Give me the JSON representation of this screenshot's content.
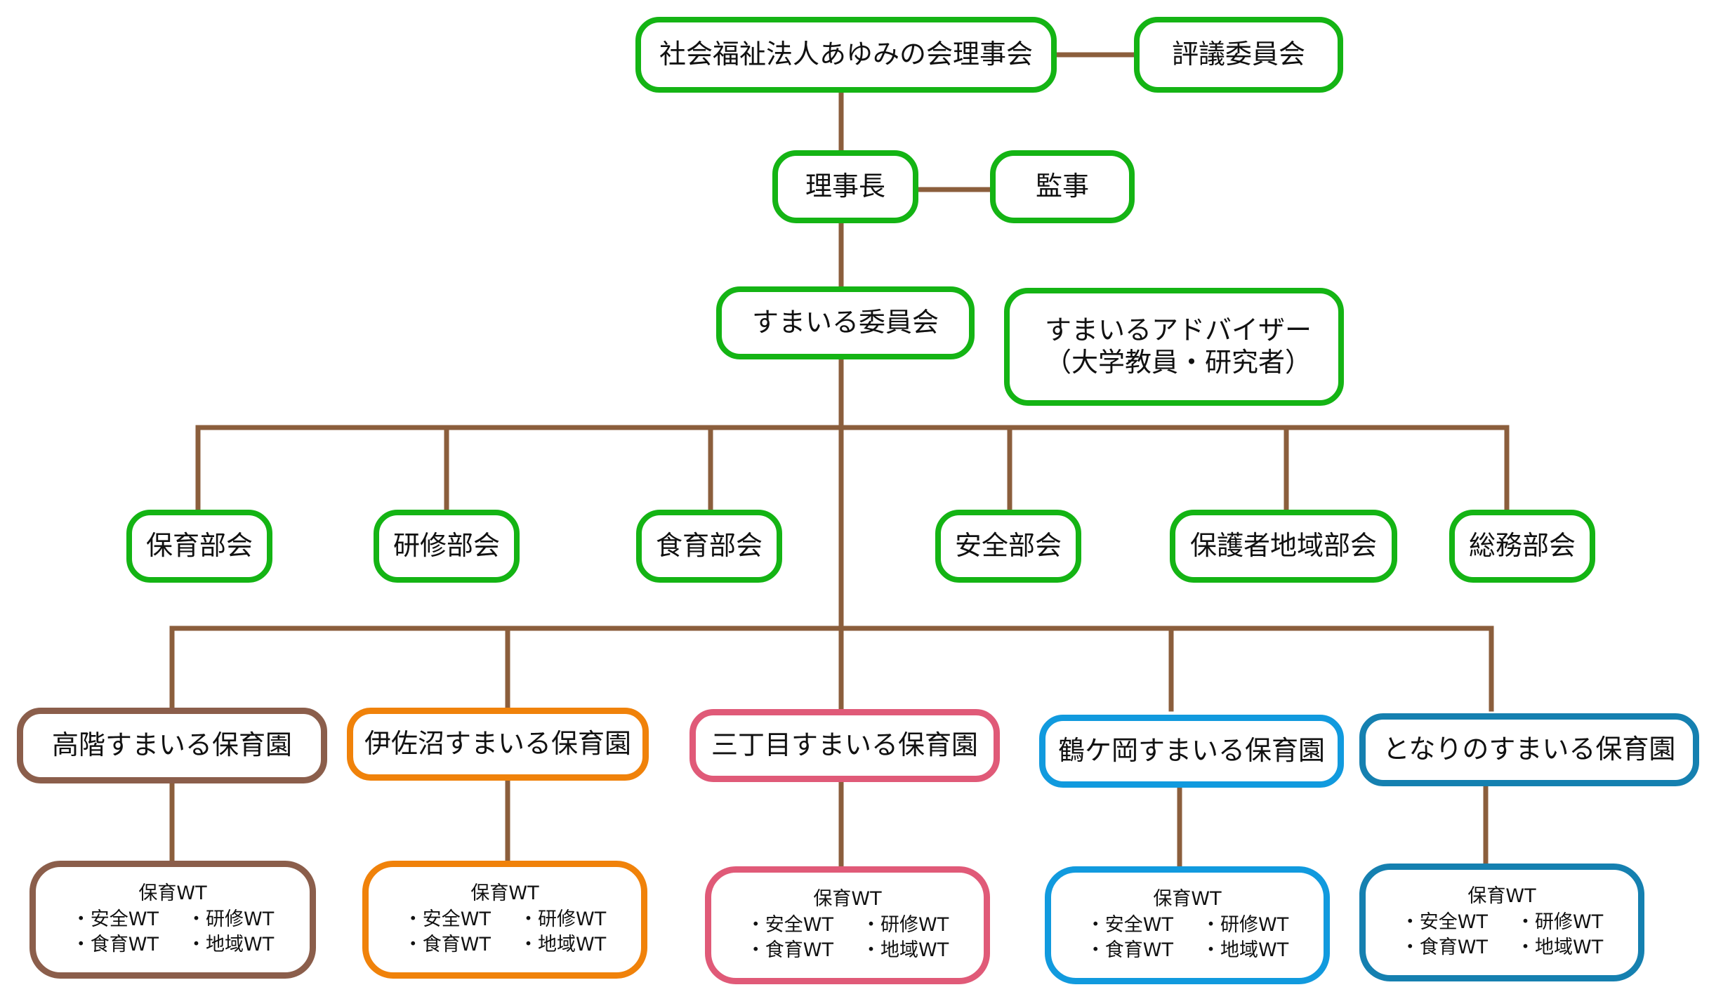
{
  "colors": {
    "line": "#8b5e3c",
    "green": "#14b414",
    "brown": "#8b5e4b",
    "orange": "#f0820a",
    "pink": "#e05a78",
    "blue": "#119ade",
    "darkblue": "#1580b0"
  },
  "top": {
    "board": "社会福祉法人あゆみの会理事会",
    "council": "評議委員会",
    "chairman": "理事長",
    "auditor": "監事",
    "committee": "すまいる委員会",
    "advisor_line1": "すまいるアドバイザー",
    "advisor_line2": "（大学教員・研究者）"
  },
  "departments": [
    {
      "label": "保育部会"
    },
    {
      "label": "研修部会"
    },
    {
      "label": "食育部会"
    },
    {
      "label": "安全部会"
    },
    {
      "label": "保護者地域部会"
    },
    {
      "label": "総務部会"
    }
  ],
  "nurseries": [
    {
      "name": "高階すまいる保育園",
      "color": "brown",
      "wt": {
        "head": "保育WT",
        "a": "・安全WT",
        "b": "・研修WT",
        "c": "・食育WT",
        "d": "・地域WT"
      }
    },
    {
      "name": "伊佐沼すまいる保育園",
      "color": "orange",
      "wt": {
        "head": "保育WT",
        "a": "・安全WT",
        "b": "・研修WT",
        "c": "・食育WT",
        "d": "・地域WT"
      }
    },
    {
      "name": "三丁目すまいる保育園",
      "color": "pink",
      "wt": {
        "head": "保育WT",
        "a": "・安全WT",
        "b": "・研修WT",
        "c": "・食育WT",
        "d": "・地域WT"
      }
    },
    {
      "name": "鶴ケ岡すまいる保育園",
      "color": "blue",
      "wt": {
        "head": "保育WT",
        "a": "・安全WT",
        "b": "・研修WT",
        "c": "・食育WT",
        "d": "・地域WT"
      }
    },
    {
      "name": "となりのすまいる保育園",
      "color": "darkblue",
      "wt": {
        "head": "保育WT",
        "a": "・安全WT",
        "b": "・研修WT",
        "c": "・食育WT",
        "d": "・地域WT"
      }
    }
  ]
}
